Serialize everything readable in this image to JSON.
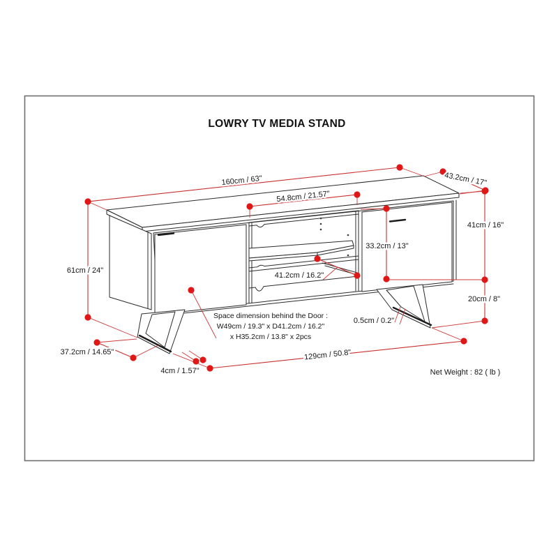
{
  "title": "LOWRY TV MEDIA STAND",
  "dims": {
    "top_width": "160cm / 63\"",
    "top_depth": "43.2cm / 17\"",
    "opening_width": "54.8cm / 21.57\"",
    "cabinet_height": "41cm / 16\"",
    "interior_height": "33.2cm / 13\"",
    "overall_height": "61cm / 24\"",
    "shelf_depth": "41.2cm / 16.2\"",
    "leg_height": "20cm / 8\"",
    "panel_thickness": "0.5cm / 0.2\"",
    "foot_depth": "37.2cm / 14.65\"",
    "leg_thickness": "4cm / 1.57\"",
    "base_width": "129cm / 50.8\""
  },
  "door_space_note": {
    "line1": "Space dimension behind the Door :",
    "line2": "W49cm / 19.3\" x D41.2cm / 16.2\"",
    "line3": "x H35.2cm / 13.8\" x 2pcs"
  },
  "net_weight": "Net Weight : 82 ( lb )",
  "colors": {
    "dimension_red": "#cb2f2f",
    "dot_red": "#e01717",
    "drawing_line": "#2a2a2a",
    "frame_border": "#6e6e6e"
  }
}
